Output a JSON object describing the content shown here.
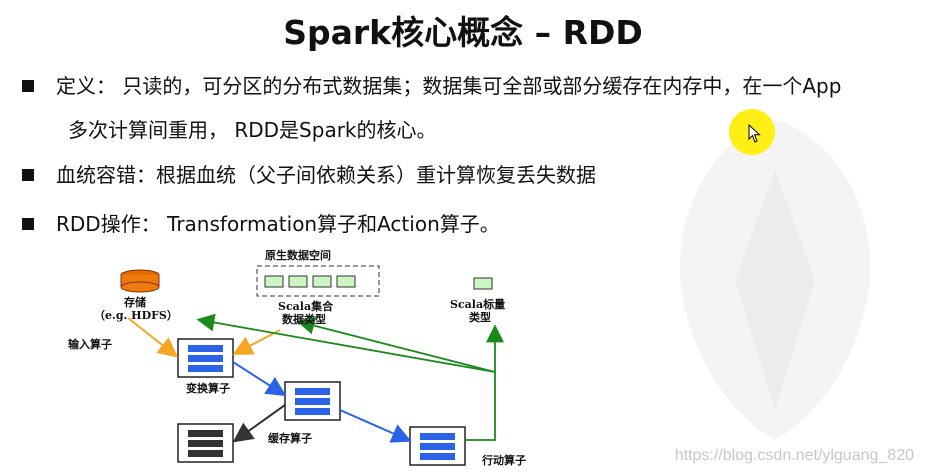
{
  "slide": {
    "title": "Spark核心概念 – RDD",
    "bullets": [
      {
        "line1": "定义： 只读的，可分区的分布式数据集；数据集可全部或部分缓存在内存中，在一个App",
        "line2": "多次计算间重用， RDD是Spark的核心。"
      },
      {
        "line1": "血统容错：根据血统（父子间依赖关系）重计算恢复丢失数据"
      },
      {
        "line1": "RDD操作： Transformation算子和Action算子。"
      }
    ]
  },
  "diagram": {
    "raw_space_label": "原生数据空间",
    "storage_label": "存储",
    "storage_sub": "（e.g. HDFS）",
    "scala_collection_label1": "Scala集合",
    "scala_collection_label2": "数据类型",
    "scala_scalar_label1": "Scala标量",
    "scala_scalar_label2": "类型",
    "input_op": "输入算子",
    "transform_op": "变换算子",
    "cache_op": "缓存算子",
    "action_op": "行动算子"
  },
  "watermark": "https://blog.csdn.net/ylguang_820",
  "colors": {
    "orange": "#f5a623",
    "blue": "#2a63e8",
    "green": "#1a8a1a",
    "box_green": "#ccf5c4"
  }
}
